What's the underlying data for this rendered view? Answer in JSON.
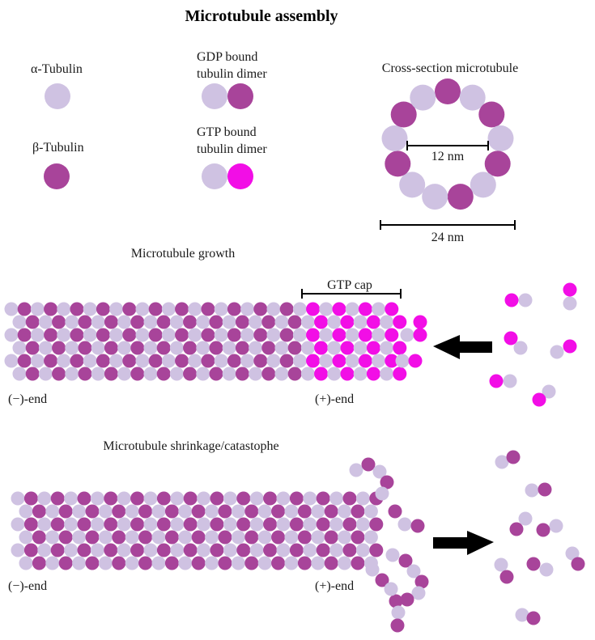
{
  "title": "Microtubule assembly",
  "colors": {
    "alpha": "#cfc2e2",
    "beta": "#a8449a",
    "gtp": "#f20ee6",
    "text": "#1a1a1a",
    "background": "#ffffff"
  },
  "legend": {
    "alpha_label": "α-Tubulin",
    "beta_label": "β-Tubulin",
    "gdp_label_line1": "GDP bound",
    "gdp_label_line2": "tubulin dimer",
    "gtp_label_line1": "GTP bound",
    "gtp_label_line2": "tubulin dimer"
  },
  "cross_section": {
    "title": "Cross-section microtubule",
    "inner_label": "12 nm",
    "outer_label": "24 nm",
    "protofilaments": 13
  },
  "growth": {
    "title": "Microtubule growth",
    "cap_label": "GTP cap",
    "minus_label": "(−)-end",
    "plus_label": "(+)-end"
  },
  "shrinkage": {
    "title": "Microtubule shrinkage/catastophe",
    "minus_label": "(−)-end",
    "plus_label": "(+)-end"
  }
}
